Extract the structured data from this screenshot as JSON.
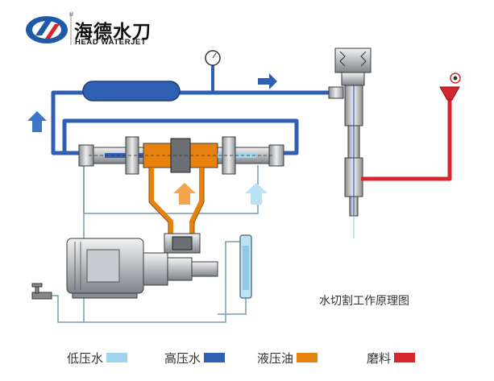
{
  "brand": {
    "name_cn": "海德水刀",
    "name_en": "HEAD WATERJET",
    "registered_mark": "®"
  },
  "diagram_title": "水切割工作原理图",
  "legend": [
    {
      "label": "低压水",
      "color": "#9fd3ee"
    },
    {
      "label": "高压水",
      "color": "#2f5fb3"
    },
    {
      "label": "液压油",
      "color": "#e8820e"
    },
    {
      "label": "磨料",
      "color": "#d8262e"
    }
  ],
  "colors": {
    "low_pressure_water": "#9fd3ee",
    "high_pressure_water": "#2f5fb3",
    "hydraulic_oil": "#e8820e",
    "abrasive": "#d8262e",
    "machine_gray": "#9aa0a6",
    "outline": "#3b3b3b"
  },
  "icons": [
    "logo-mark-icon",
    "pressure-gauge-icon",
    "flow-arrow-icon",
    "water-tap-icon"
  ]
}
